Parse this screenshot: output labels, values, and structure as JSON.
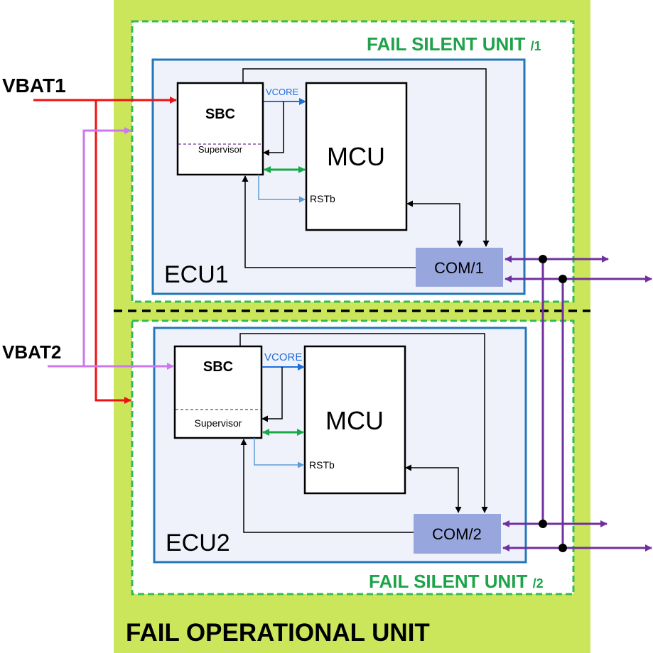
{
  "diagram": {
    "outer_label": "FAIL OPERATIONAL UNIT",
    "supplies": {
      "vbat1": "VBAT1",
      "vbat2": "VBAT2"
    },
    "units": [
      {
        "fsu_label": "FAIL SILENT UNIT",
        "fsu_index": "/1",
        "ecu_label": "ECU1",
        "sbc_label": "SBC",
        "supervisor_label": "Supervisor",
        "vcore_label": "VCORE",
        "mcu_label": "MCU",
        "rstb_label": "RSTb",
        "com_label": "COM/1"
      },
      {
        "fsu_label": "FAIL SILENT UNIT",
        "fsu_index": "/2",
        "ecu_label": "ECU2",
        "sbc_label": "SBC",
        "supervisor_label": "Supervisor",
        "vcore_label": "VCORE",
        "mcu_label": "MCU",
        "rstb_label": "RSTb",
        "com_label": "COM/2"
      }
    ],
    "colors": {
      "fail_operational_fill": "#cce65c",
      "fail_silent_border": "#33bb55",
      "fail_silent_label": "#1ea34a",
      "ecu_border": "#2377b8",
      "ecu_fill": "#f0f2fb",
      "com_fill": "#97a6dd",
      "vbat1_line": "#ee1111",
      "vbat2_line": "#cc77ee",
      "vcore_line": "#1e6fdd",
      "spi_line": "#18a84a",
      "reset_line": "#5a9bd6",
      "bus_line": "#7030a0",
      "supervisor_divider": "#7030a0"
    }
  }
}
